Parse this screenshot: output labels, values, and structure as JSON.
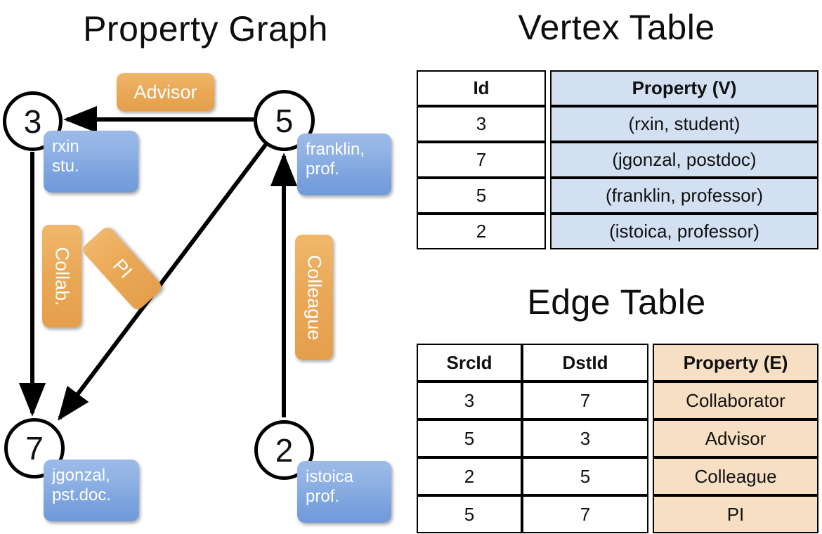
{
  "titles": {
    "property_graph": "Property Graph",
    "vertex_table": "Vertex Table",
    "edge_table": "Edge Table"
  },
  "graph": {
    "vertices": [
      {
        "id": "3",
        "name": "rxin",
        "role": "stu.",
        "prop_line1": "rxin",
        "prop_line2": "stu."
      },
      {
        "id": "5",
        "name": "franklin",
        "role": "prof.",
        "prop_line1": "franklin,",
        "prop_line2": "prof."
      },
      {
        "id": "7",
        "name": "jgonzal",
        "role": "pst.doc.",
        "prop_line1": "jgonzal,",
        "prop_line2": "pst.doc."
      },
      {
        "id": "2",
        "name": "istoica",
        "role": "prof.",
        "prop_line1": "istoica",
        "prop_line2": "prof."
      }
    ],
    "edge_labels": {
      "advisor": "Advisor",
      "collab": "Collab.",
      "colleague": "Colleague",
      "pi": "PI"
    }
  },
  "vertex_table": {
    "headers": [
      "Id",
      "Property (V)"
    ],
    "rows": [
      {
        "id": "3",
        "property": "(rxin, student)"
      },
      {
        "id": "7",
        "property": "(jgonzal, postdoc)"
      },
      {
        "id": "5",
        "property": "(franklin, professor)"
      },
      {
        "id": "2",
        "property": "(istoica, professor)"
      }
    ]
  },
  "edge_table": {
    "headers": [
      "SrcId",
      "DstId",
      "Property (E)"
    ],
    "rows": [
      {
        "src": "3",
        "dst": "7",
        "property": "Collaborator"
      },
      {
        "src": "5",
        "dst": "3",
        "property": "Advisor"
      },
      {
        "src": "2",
        "dst": "5",
        "property": "Colleague"
      },
      {
        "src": "5",
        "dst": "7",
        "property": "PI"
      }
    ]
  },
  "colors": {
    "vertex_property_blue": "#8fb1e4",
    "edge_label_orange": "#eaa957",
    "vertex_table_header_fill": "#d3e0f2",
    "edge_table_header_fill": "#f7dfc4",
    "stroke": "#000000",
    "background": "#ffffff"
  }
}
